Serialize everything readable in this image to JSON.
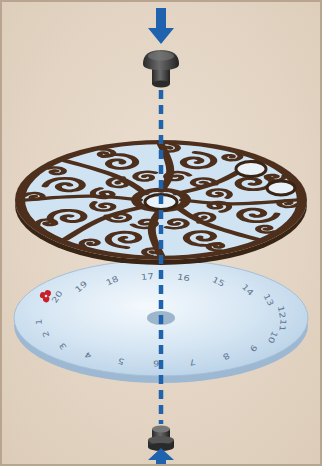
{
  "diagram": {
    "labels": [
      "20",
      "19",
      "18",
      "17",
      "16",
      "15",
      "14",
      "13",
      "12",
      "11",
      "10",
      "9",
      "8",
      "7",
      "6",
      "5",
      "4",
      "3",
      "2",
      "1"
    ]
  }
}
